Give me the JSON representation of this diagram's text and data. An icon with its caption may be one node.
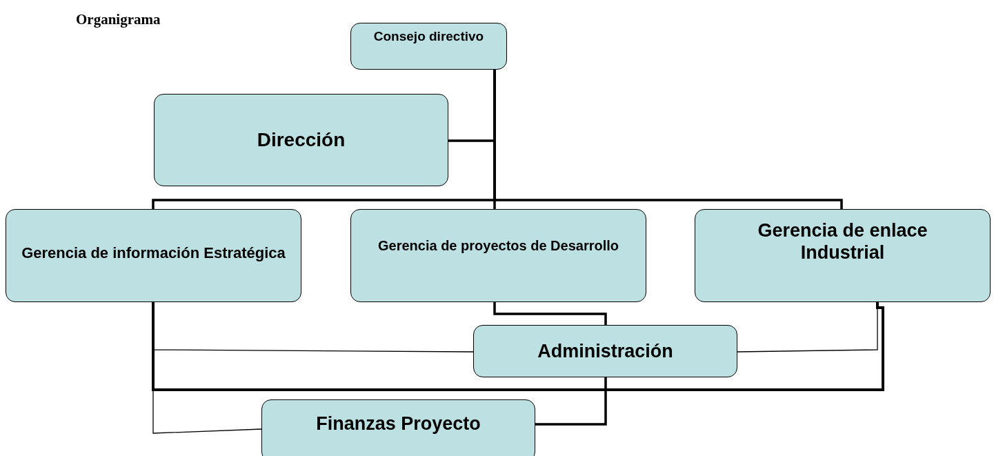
{
  "diagram": {
    "title": "Organigrama",
    "nodes": [
      {
        "text": [
          "Consejo directivo"
        ]
      },
      {
        "text": [
          "Dirección"
        ]
      },
      {
        "text": [
          "Gerencia de información Estratégica"
        ]
      },
      {
        "text": [
          "Gerencia de proyectos de Desarrollo"
        ]
      },
      {
        "text": [
          "Gerencia de enlace Industrial"
        ]
      },
      {
        "text": [
          "Administración"
        ]
      },
      {
        "text": [
          "Finanzas Proyecto"
        ]
      }
    ],
    "edges": [
      {
        "from": 0,
        "to": 1,
        "arrow": "none"
      },
      {
        "from": 0,
        "to": 2,
        "arrow": "none"
      },
      {
        "from": 0,
        "to": 3,
        "arrow": "none"
      },
      {
        "from": 0,
        "to": 4,
        "arrow": "none"
      },
      {
        "from": 3,
        "to": 5,
        "arrow": "none"
      },
      {
        "from": 5,
        "to": 6,
        "arrow": "none"
      },
      {
        "from": 2,
        "to": 4,
        "arrow": "none"
      },
      {
        "from": 2,
        "to": 5,
        "arrow": "none"
      },
      {
        "from": 5,
        "to": 4,
        "arrow": "none"
      },
      {
        "from": 2,
        "to": 6,
        "arrow": "none"
      }
    ]
  }
}
